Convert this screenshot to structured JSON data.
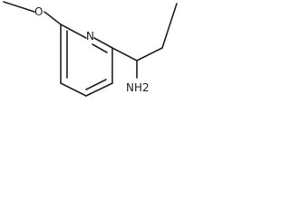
{
  "molecule": {
    "atoms": {
      "oxygen": "O",
      "nitrogen": "N",
      "amine": "NH2"
    },
    "colors": {
      "bond": "#222222",
      "background": "#ffffff"
    }
  }
}
